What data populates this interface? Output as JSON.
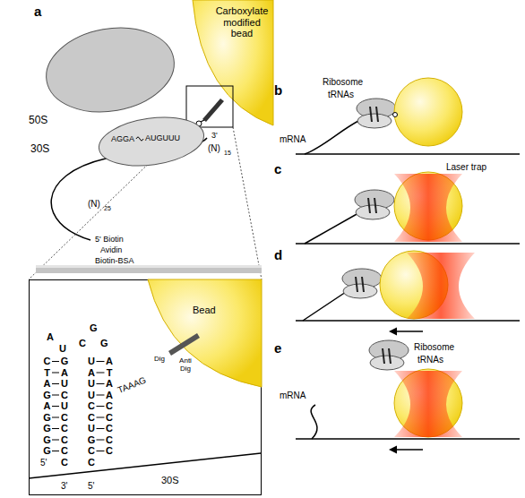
{
  "diagram": {
    "nodes": [
      {
        "text": [
          "Carboxylate modified bead"
        ]
      },
      {
        "text": [
          "50S"
        ]
      },
      {
        "text": [
          "30S",
          "AGGA",
          "AUGUUU"
        ]
      },
      {
        "text": [
          "A",
          "U",
          "C T A G A G G G G",
          "5'",
          "G A U C U C C C C C",
          "3'",
          "G",
          "C",
          "G",
          "U A U U C C U G C C",
          "5'",
          "A T A A C C C C C",
          "TAAAG",
          "Dig",
          "Anti Dig"
        ]
      },
      {
        "text": [
          "Bead"
        ],
        "in": 3
      },
      {
        "text": [
          "30S"
        ],
        "in": 3
      }
    ],
    "labels": [
      "a",
      "3'",
      "(N)",
      "15",
      "(N)",
      "25",
      "5' Biotin",
      "Avidin",
      "Biotin-BSA",
      "b",
      "Ribosome",
      "tRNAs",
      "mRNA",
      "c",
      "Laser trap",
      "d",
      "e",
      "Ribosome",
      "tRNAs",
      "mRNA"
    ]
  }
}
